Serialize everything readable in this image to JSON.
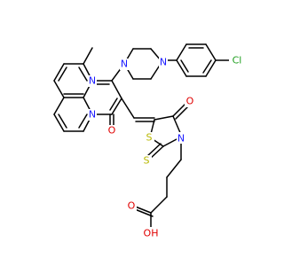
{
  "molecule": {
    "atom_colors": {
      "N": "#1a1aff",
      "O": "#e00000",
      "S": "#b8b800",
      "Cl": "#1e9e1e",
      "C": "#000000"
    },
    "labels": {
      "cl": "Cl",
      "n_pip_top": "N",
      "n_pip_bottom": "N",
      "n_pyrimidine": "N",
      "n_bridgehead": "N",
      "o_pyrimidinone": "O",
      "o_thiazolidinone": "O",
      "s_ring": "S",
      "n_rhodanine": "N",
      "s_thione": "S",
      "o_acid_carbonyl": "O",
      "oh_acid": "OH"
    }
  }
}
